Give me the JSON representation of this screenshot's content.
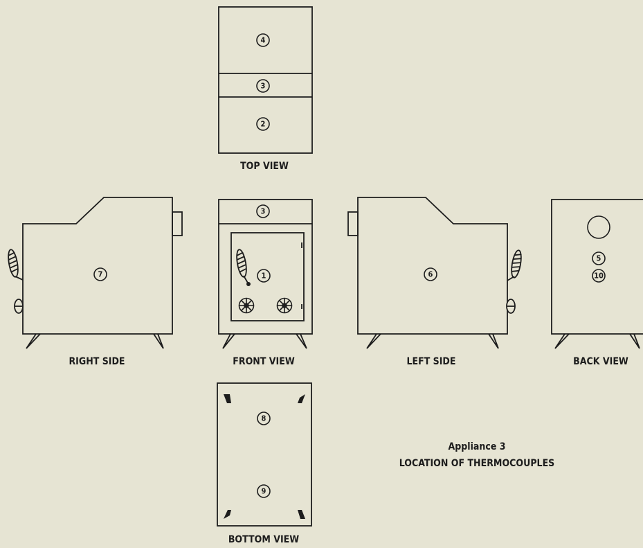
{
  "views": {
    "top": {
      "label": "TOP VIEW",
      "thermocouples": [
        "4",
        "3",
        "2"
      ]
    },
    "front": {
      "label": "FRONT VIEW",
      "thermocouples": [
        "3",
        "1"
      ]
    },
    "right": {
      "label": "RIGHT SIDE",
      "thermocouples": [
        "7"
      ]
    },
    "left": {
      "label": "LEFT SIDE",
      "thermocouples": [
        "6"
      ]
    },
    "back": {
      "label": "BACK VIEW",
      "thermocouples": [
        "5",
        "10"
      ]
    },
    "bottom": {
      "label": "BOTTOM VIEW",
      "thermocouples": [
        "8",
        "9"
      ]
    }
  },
  "caption": {
    "line1": "Appliance 3",
    "line2": "LOCATION OF THERMOCOUPLES"
  }
}
